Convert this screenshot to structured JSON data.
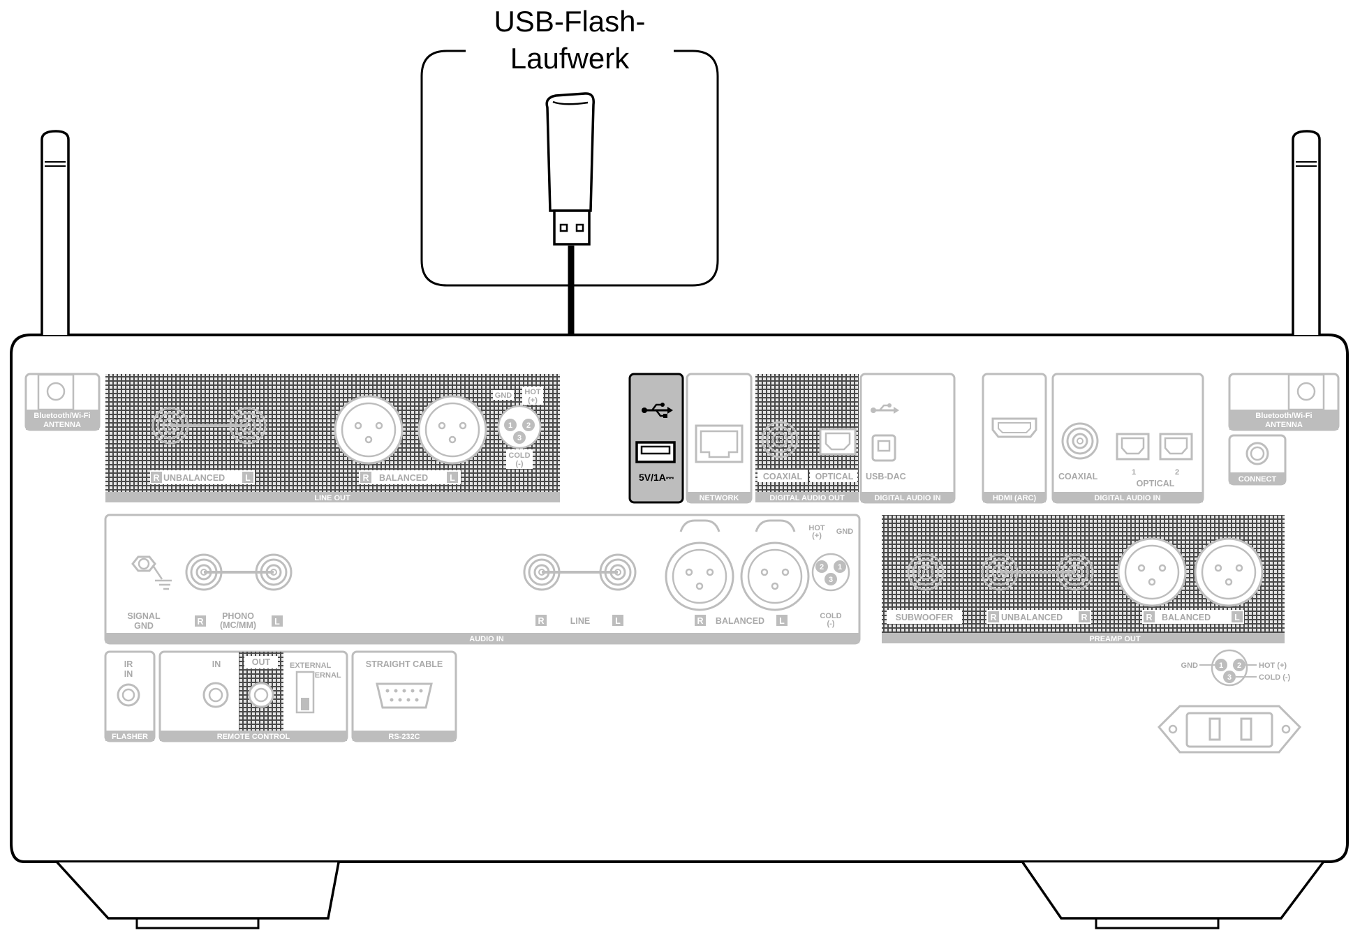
{
  "callout": {
    "title_line1": "USB-Flash-",
    "title_line2": "Laufwerk"
  },
  "usb_port": {
    "rating": "5V/1A⎓",
    "icon": "usb-icon"
  },
  "antenna": {
    "left_line1": "Bluetooth/Wi-Fi",
    "left_line2": "ANTENNA",
    "right_line1": "Bluetooth/Wi-Fi",
    "right_line2": "ANTENNA"
  },
  "connect": "CONNECT",
  "line_out": {
    "title": "LINE OUT",
    "unbalanced": "UNBALANCED",
    "balanced": "BALANCED",
    "r": "R",
    "l": "L",
    "gnd": "GND",
    "hot": "HOT",
    "hot_sign": "(+)",
    "cold": "COLD",
    "cold_sign": "(-)",
    "pin1": "1",
    "pin2": "2",
    "pin3": "3"
  },
  "network": "NETWORK",
  "digital_audio_out": {
    "title": "DIGITAL AUDIO OUT",
    "coaxial": "COAXIAL",
    "optical": "OPTICAL"
  },
  "usb_dac": {
    "title": "DIGITAL AUDIO IN",
    "label": "USB-DAC"
  },
  "hdmi": "HDMI (ARC)",
  "digital_audio_in": {
    "title": "DIGITAL AUDIO IN",
    "coaxial": "COAXIAL",
    "optical": "OPTICAL",
    "n1": "1",
    "n2": "2"
  },
  "audio_in": {
    "title": "AUDIO IN",
    "signal": "SIGNAL",
    "gnd": "GND",
    "phono": "PHONO",
    "mcmm": "(MC/MM)",
    "line": "LINE",
    "balanced": "BALANCED",
    "r": "R",
    "l": "L",
    "hot": "HOT",
    "hot_sign": "(+)",
    "gnd_pin": "GND",
    "cold": "COLD",
    "cold_sign": "(-)"
  },
  "preamp_out": {
    "title": "PREAMP OUT",
    "subwoofer": "SUBWOOFER",
    "unbalanced": "UNBALANCED",
    "balanced": "BALANCED",
    "r": "R",
    "l": "L"
  },
  "flasher": {
    "title": "FLASHER",
    "ir": "IR",
    "in": "IN"
  },
  "remote_control": {
    "title": "REMOTE CONTROL",
    "in": "IN",
    "out": "OUT",
    "external": "EXTERNAL",
    "internal": "INTERNAL"
  },
  "rs232c": {
    "title": "RS-232C",
    "label": "STRAIGHT CABLE"
  },
  "xlr_legend": {
    "gnd": "GND",
    "hot": "HOT (+)",
    "cold": "COLD (-)",
    "p1": "1",
    "p2": "2",
    "p3": "3"
  }
}
